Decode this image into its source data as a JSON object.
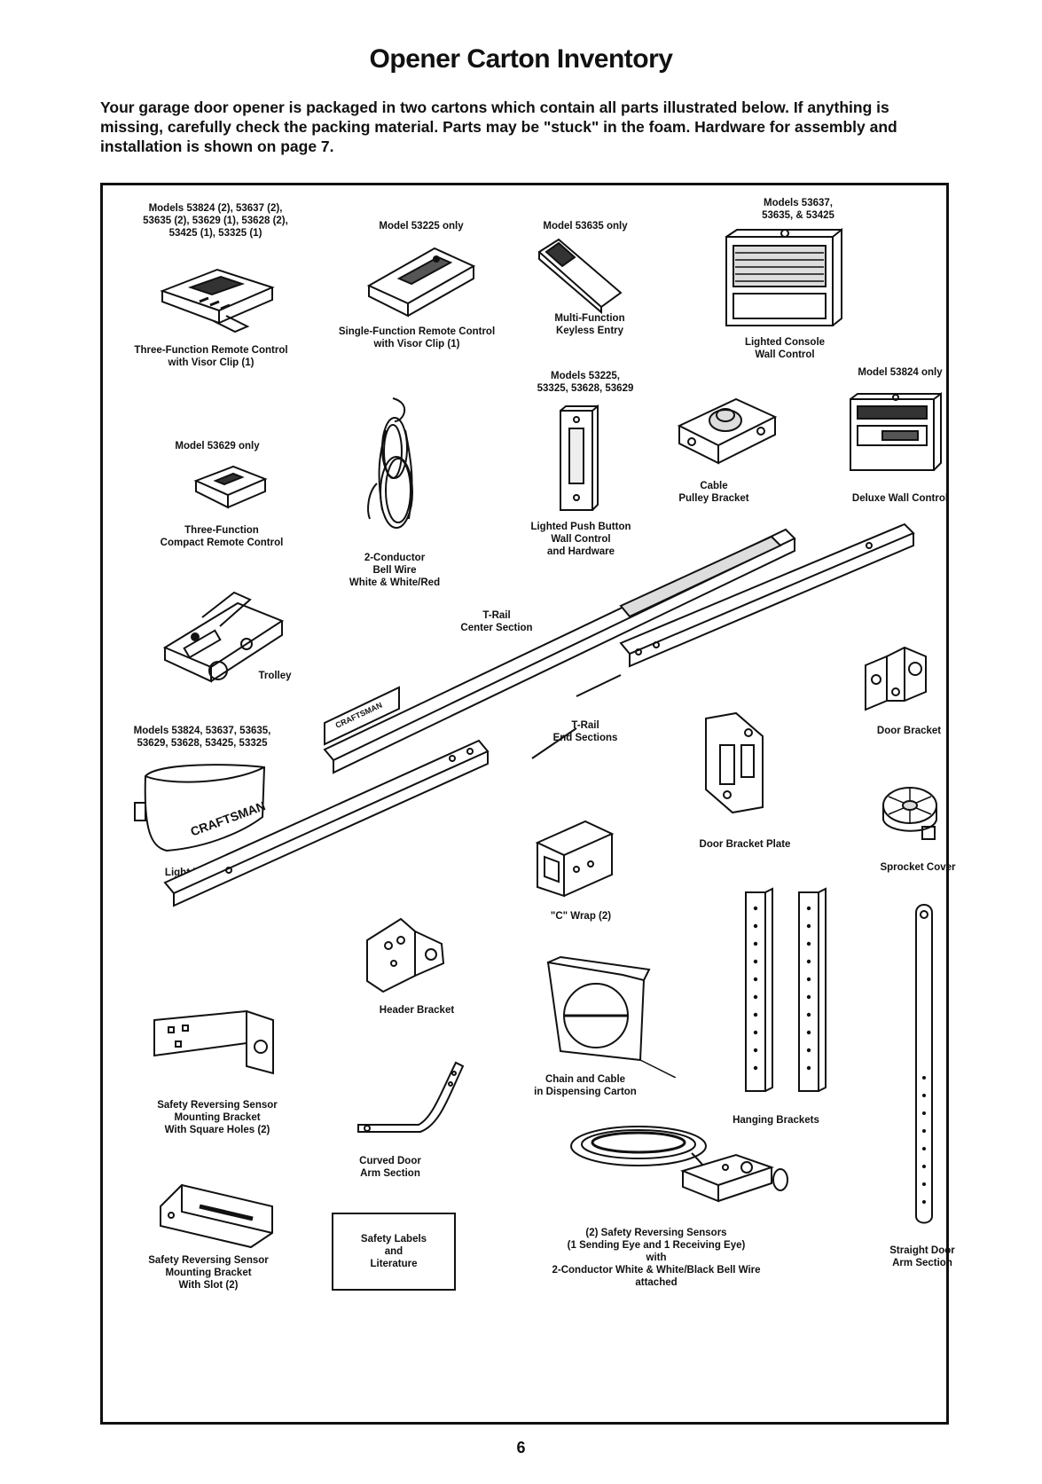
{
  "title": "Opener Carton Inventory",
  "intro": "Your garage door opener is packaged in two cartons which contain all parts illustrated below. If anything is missing, carefully check the packing material. Parts may be \"stuck\" in the foam. Hardware for assembly and installation is shown on page 7.",
  "page_number": "6",
  "labels": {
    "models_remote3": "Models 53824 (2), 53637 (2),\n53635 (2), 53629 (1), 53628 (2),\n53425 (1), 53325 (1)",
    "remote3": "Three-Function Remote Control\nwith Visor Clip (1)",
    "model_53225": "Model 53225 only",
    "single_remote": "Single-Function Remote Control\nwith Visor Clip (1)",
    "model_53635": "Model 53635 only",
    "keyless": "Multi-Function\nKeyless Entry",
    "models_console": "Models 53637,\n53635, & 53425",
    "console": "Lighted Console\nWall Control",
    "model_53824": "Model 53824 only",
    "models_push": "Models 53225,\n53325, 53628, 53629",
    "model_53629": "Model 53629 only",
    "compact_remote": "Three-Function\nCompact Remote Control",
    "bell_wire": "2-Conductor\nBell Wire\nWhite & White/Red",
    "push_button": "Lighted Push Button\nWall Control\nand Hardware",
    "pulley": "Cable\nPulley Bracket",
    "deluxe": "Deluxe Wall Control",
    "trail_center": "T-Rail\nCenter Section",
    "trolley": "Trolley",
    "models_lens": "Models 53824, 53637, 53635,\n53629, 53628, 53425, 53325",
    "trail_end": "T-Rail\nEnd Sections",
    "door_bracket": "Door Bracket",
    "light_lens": "Light Lens",
    "door_bracket_plate": "Door Bracket Plate",
    "sprocket_cover": "Sprocket Cover",
    "c_wrap": "\"C\" Wrap (2)",
    "header_bracket": "Header Bracket",
    "chain_cable": "Chain and Cable\nin Dispensing Carton",
    "sensor_bracket_sq": "Safety Reversing Sensor\nMounting Bracket\nWith Square Holes (2)",
    "hanging": "Hanging Brackets",
    "curved_arm": "Curved Door\nArm Section",
    "safety_labels": "Safety Labels\nand\nLiterature",
    "sensors": "(2) Safety Reversing Sensors\n(1 Sending Eye and 1 Receiving Eye)\nwith\n2-Conductor White & White/Black Bell Wire\nattached",
    "straight_arm": "Straight Door\nArm Section",
    "sensor_bracket_slot": "Safety Reversing Sensor\nMounting Bracket\nWith Slot (2)",
    "lens_brand": "CRAFTSMAN",
    "trail_brand": "CRAFTSMAN"
  }
}
